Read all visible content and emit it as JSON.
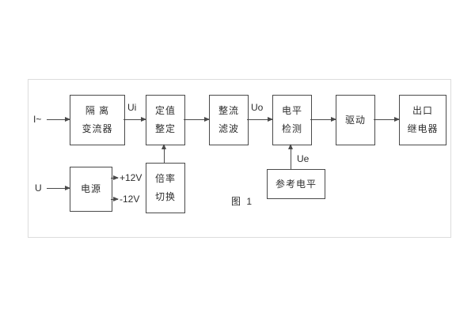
{
  "figure": {
    "caption": "图 1"
  },
  "inputs": {
    "current_input": "I~",
    "voltage_input": "U"
  },
  "signals": {
    "ui": "Ui",
    "uo": "Uo",
    "ue": "Ue",
    "plus12v": "+12V",
    "minus12v": "-12V"
  },
  "blocks": {
    "isolation": {
      "line1": "隔 离",
      "line2": "变流器"
    },
    "setting": {
      "line1": "定值",
      "line2": "整定"
    },
    "rectifier_filter": {
      "line1": "整流",
      "line2": "滤波"
    },
    "level_detect": {
      "line1": "电平",
      "line2": "检测"
    },
    "drive": {
      "label": "驱动"
    },
    "output_relay": {
      "line1": "出口",
      "line2": "继电器"
    },
    "power": {
      "label": "电源"
    },
    "ratio_switch": {
      "line1": "倍率",
      "line2": "切换"
    },
    "reference_level": {
      "label": "参考电平"
    }
  }
}
